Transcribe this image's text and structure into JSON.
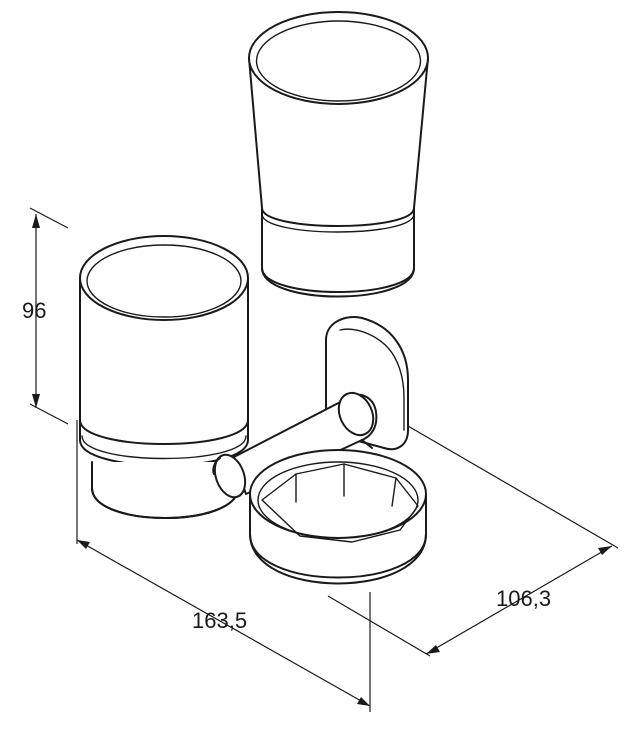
{
  "dimensions": {
    "height": "96",
    "width": "163,5",
    "depth": "106,3"
  },
  "colors": {
    "line": "#1a1a1a",
    "background": "#ffffff"
  }
}
